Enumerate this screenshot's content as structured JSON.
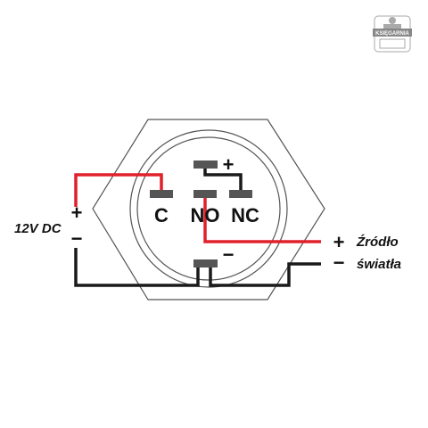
{
  "logo": {
    "text": "KSIĘGARNIA"
  },
  "switch": {
    "terminals": {
      "c": "C",
      "no": "NO",
      "nc": "NC"
    },
    "led_plus": "+",
    "led_minus": "−"
  },
  "power": {
    "label": "12V DC",
    "plus": "+",
    "minus": "−"
  },
  "light": {
    "label_top": "Źródło",
    "label_bottom": "światła",
    "plus": "+",
    "minus": "−"
  },
  "colors": {
    "positive_wire": "#e0202a",
    "negative_wire": "#1a1a1a",
    "outline": "#555555",
    "pad": "#555555"
  }
}
